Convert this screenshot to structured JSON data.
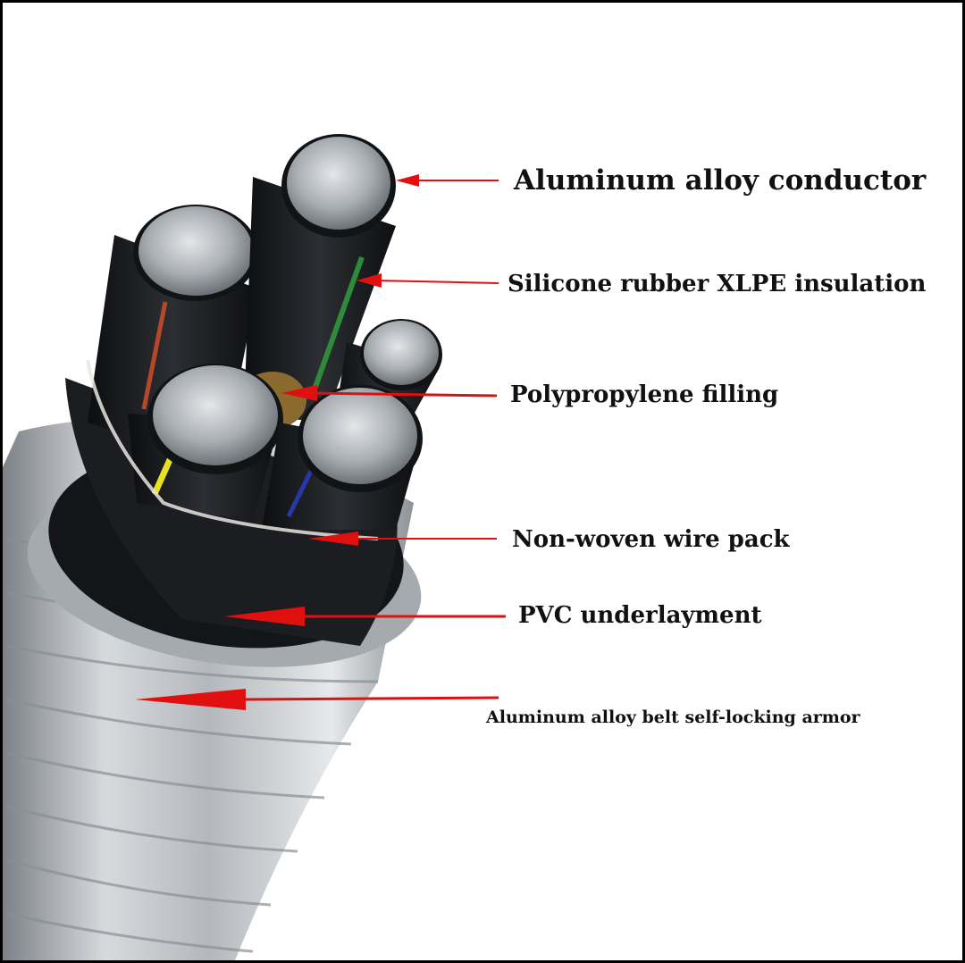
{
  "labels": [
    "Aluminum alloy conductor",
    "Silicone rubber XLPE insulation",
    "Polypropylene filling",
    "Non-woven wire pack",
    "PVC underlayment",
    "Aluminum alloy belt self-locking armor"
  ],
  "colors": {
    "arrow": "#e01010",
    "frame": "#000000",
    "insulation": "#1a1b1e",
    "aluminum": "#a8adb3",
    "core_red": "#b5482b",
    "core_green": "#2e8b3a",
    "core_yellow": "#e8e020",
    "core_blue": "#2838a8"
  }
}
